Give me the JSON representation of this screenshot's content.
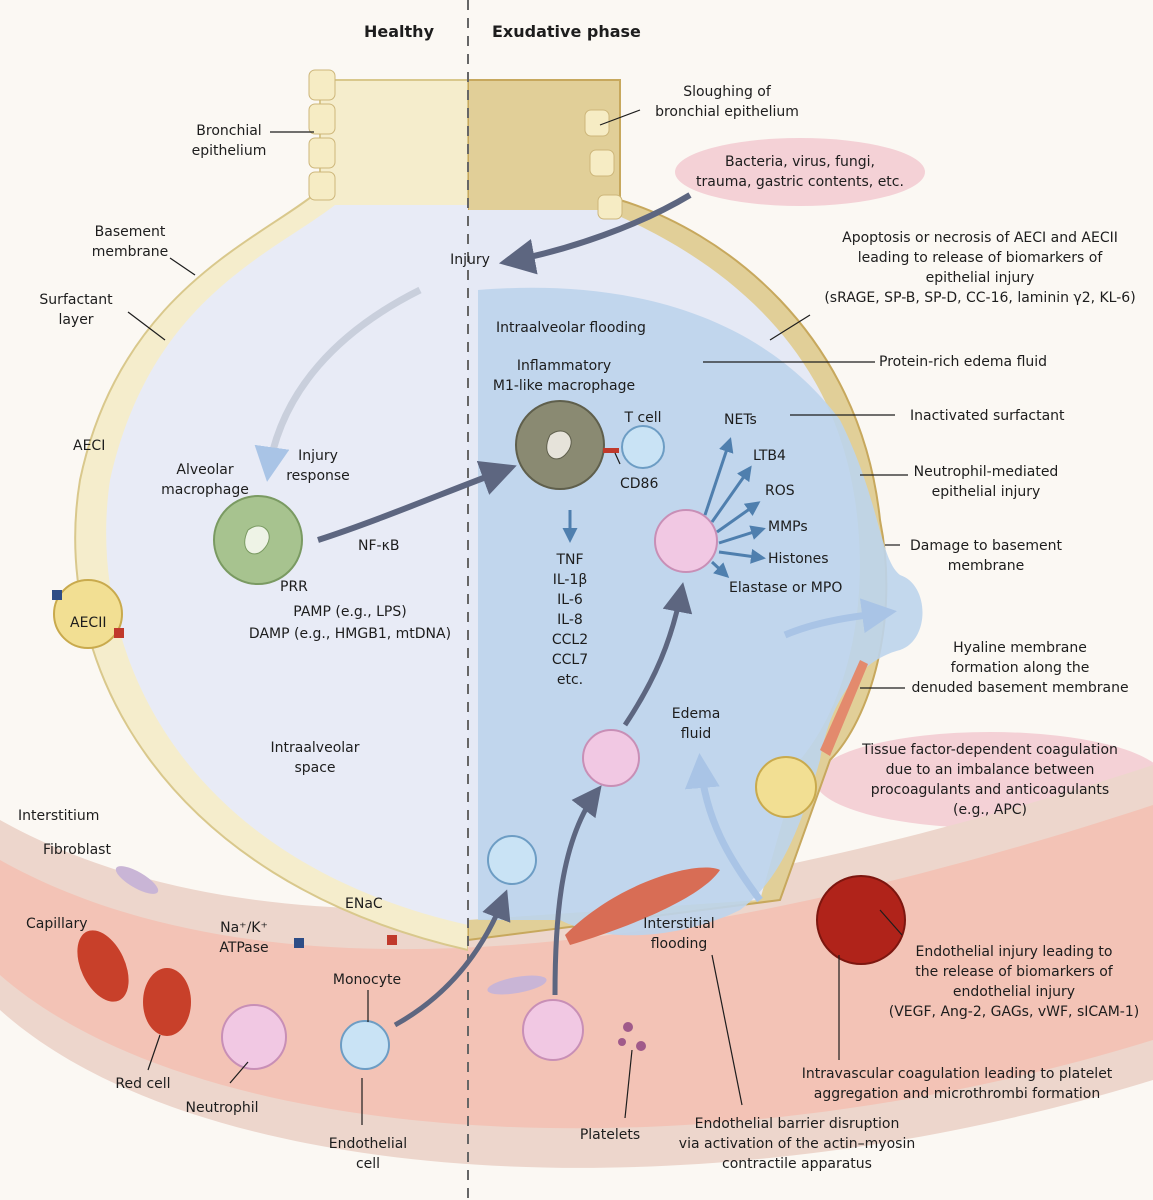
{
  "panels": {
    "left_title": "Healthy",
    "right_title": "Exudative phase"
  },
  "labels": {
    "bronchial_epithelium": [
      "Bronchial",
      "epithelium"
    ],
    "basement_membrane": [
      "Basement",
      "membrane"
    ],
    "surfactant_layer": [
      "Surfactant",
      "layer"
    ],
    "aeci": "AECI",
    "aecii": "AECII",
    "alveolar_macrophage": [
      "Alveolar",
      "macrophage"
    ],
    "injury_response": [
      "Injury",
      "response"
    ],
    "prr": "PRR",
    "pamp": "PAMP (e.g., LPS)",
    "damp": "DAMP (e.g., HMGB1, mtDNA)",
    "nfkb": "NF-κB",
    "intraalveolar_space": [
      "Intraalveolar",
      "space"
    ],
    "interstitium": "Interstitium",
    "fibroblast": "Fibroblast",
    "capillary": "Capillary",
    "na_k_atpase": [
      "Na⁺/K⁺",
      "ATPase"
    ],
    "enac": "ENaC",
    "monocyte": "Monocyte",
    "red_cell": "Red cell",
    "neutrophil": "Neutrophil",
    "endothelial_cell": [
      "Endothelial",
      "cell"
    ],
    "sloughing": [
      "Sloughing of",
      "bronchial epithelium"
    ],
    "insults": [
      "Bacteria, virus, fungi,",
      "trauma, gastric contents, etc."
    ],
    "injury": "Injury",
    "apoptosis": [
      "Apoptosis or necrosis of AECI and AECII",
      "leading to release of biomarkers of",
      "epithelial injury",
      "(sRAGE, SP-B, SP-D, CC-16, laminin γ2, KL-6)"
    ],
    "intraalveolar_flooding": "Intraalveolar flooding",
    "inflammatory_macrophage": [
      "Inflammatory",
      "M1-like macrophage"
    ],
    "t_cell": "T cell",
    "cd86": "CD86",
    "protein_rich": "Protein-rich edema fluid",
    "nets": "NETs",
    "inactivated_surfactant": "Inactivated surfactant",
    "ltb4": "LTB4",
    "ros": "ROS",
    "mmps": "MMPs",
    "histones": "Histones",
    "elastase": "Elastase or MPO",
    "neutrophil_mediated": [
      "Neutrophil-mediated",
      "epithelial injury"
    ],
    "damage_basement": [
      "Damage to basement",
      "membrane"
    ],
    "cytokines": [
      "TNF",
      "IL-1β",
      "IL-6",
      "IL-8",
      "CCL2",
      "CCL7",
      "etc."
    ],
    "hyaline": [
      "Hyaline membrane",
      "formation along the",
      "denuded basement membrane"
    ],
    "edema_fluid": [
      "Edema",
      "fluid"
    ],
    "tissue_factor": [
      "Tissue factor-dependent coagulation",
      "due to an imbalance between",
      "procoagulants and anticoagulants",
      "(e.g., APC)"
    ],
    "interstitial_flooding": [
      "Interstitial",
      "flooding"
    ],
    "endothelial_injury": [
      "Endothelial injury leading to",
      "the release of biomarkers of",
      "endothelial injury",
      "(VEGF, Ang-2, GAGs, vWF, sICAM-1)"
    ],
    "intravascular": [
      "Intravascular coagulation leading to platelet",
      "aggregation and microthrombi formation"
    ],
    "platelets": "Platelets",
    "endothelial_barrier": [
      "Endothelial barrier disruption",
      "via activation of the actin–myosin",
      "contractile apparatus"
    ]
  },
  "colors": {
    "background": "#fbf8f3",
    "healthy_lumen": "#e8ebf6",
    "edema_fluid": "#bcd4ec",
    "surfactant": "#f4edc8",
    "capillary": "#e9b3a6",
    "red_cell": "#c8402a",
    "macrophage_healthy": "#a7c38f",
    "macrophage_m1": "#8a8a72",
    "neutrophil": "#f1c8e3",
    "monocyte": "#c9e3f5",
    "arrow": "#5d6680",
    "mediator_arrow": "#4f7fae",
    "highlight": "#f2c4cc",
    "thrombus": "#b0231a"
  }
}
